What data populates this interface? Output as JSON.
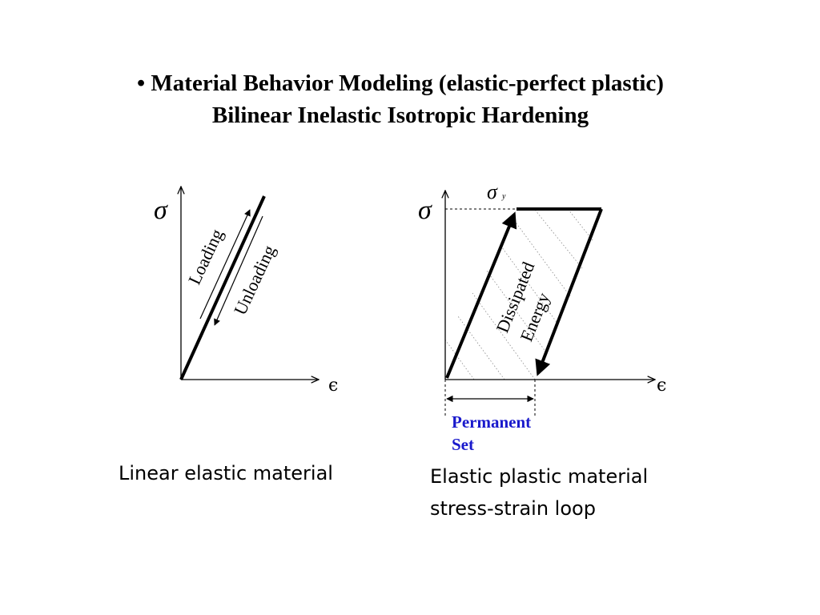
{
  "title": {
    "line1": "• Material Behavior Modeling (elastic-perfect plastic)",
    "line2": "Bilinear Inelastic Isotropic Hardening"
  },
  "left_diagram": {
    "y_axis_symbol": "σ",
    "x_axis_symbol": "ϵ",
    "loading_label": "Loading",
    "unloading_label": "Unloading",
    "caption": "Linear elastic material"
  },
  "right_diagram": {
    "y_axis_symbol": "σ",
    "x_axis_symbol": "ϵ",
    "yield_symbol": "σ",
    "yield_subscript": "y",
    "dissipated_label_line1": "Dissipated",
    "dissipated_label_line2": "Energy",
    "permanent_set_line1": "Permanent",
    "permanent_set_line2": "Set",
    "caption_line1": "Elastic plastic material",
    "caption_line2": "stress-strain loop"
  },
  "colors": {
    "ink": "#000000",
    "permanent_set_text": "#1a1acc",
    "hatch": "#888888"
  }
}
